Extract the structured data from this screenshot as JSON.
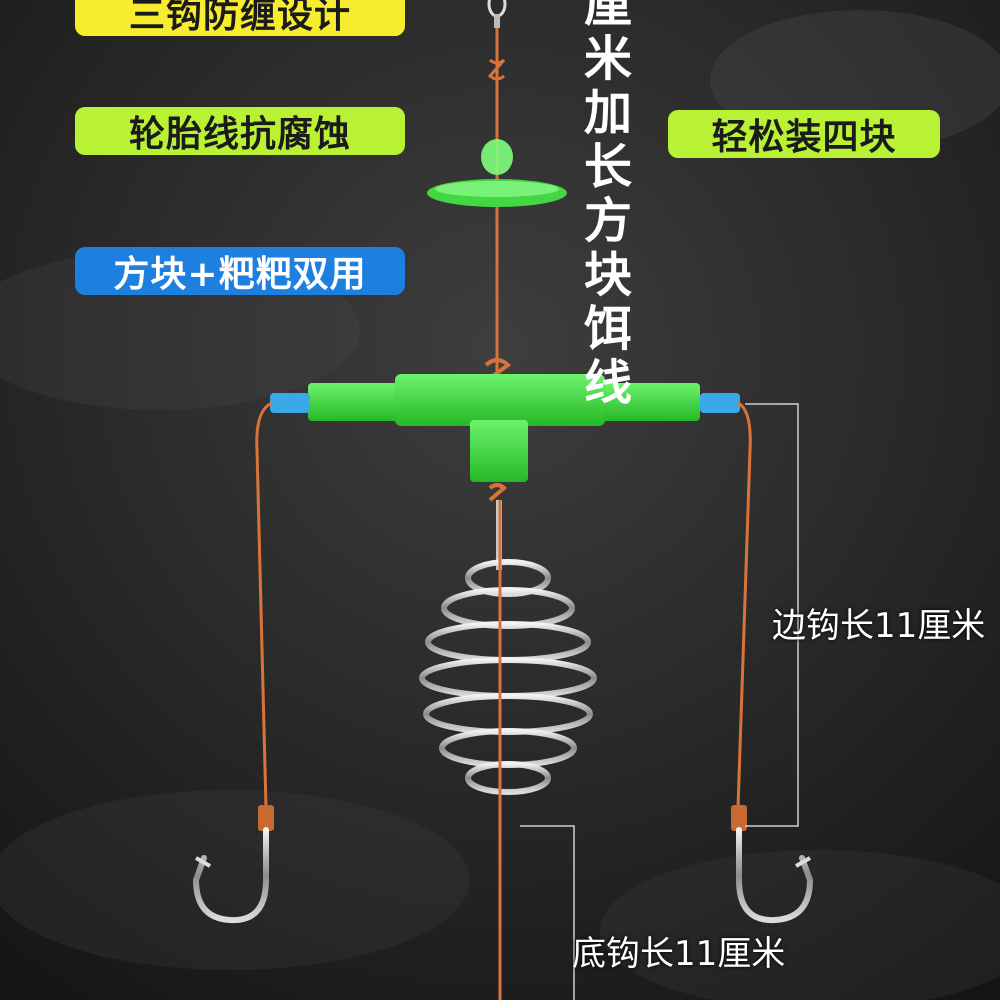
{
  "badges": {
    "top": "三钩防缠设计",
    "tire_line": "轮胎线抗腐蚀",
    "dual_use": "方块+粑粑双用",
    "easy_load": "轻松装四块"
  },
  "vertical_title": "厘米加长方块饵线",
  "dimensions": {
    "side_hook": "边钩长11厘米",
    "bottom_hook": "底钩长11厘米"
  },
  "icons": {
    "float": "float-disc-icon",
    "bead": "bead-icon",
    "connector": "t-connector-icon",
    "spring": "spring-feeder-icon",
    "hook": "fish-hook-icon"
  },
  "colors": {
    "line": "#d8743a",
    "connector": "#43d843",
    "tip": "#3aa9e8",
    "badge_yellow": "#f7ec2d",
    "badge_green": "#b9f135",
    "badge_blue": "#1d7fe0"
  }
}
